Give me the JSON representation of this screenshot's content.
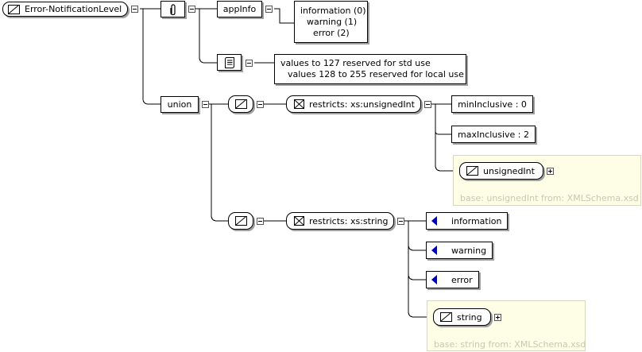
{
  "root": {
    "name": "Error-NotificationLevel"
  },
  "appinfo": {
    "label": "appInfo",
    "lines": [
      "information (0)",
      "warning (1)",
      "error (2)"
    ]
  },
  "documentation": {
    "lines": [
      "values to 127 reserved for std use",
      "values 128 to 255 reserved for local use"
    ]
  },
  "union": {
    "label": "union"
  },
  "restriction_int": {
    "label": "restricts: xs:unsignedInt",
    "facets": [
      "minInclusive : 0",
      "maxInclusive : 2"
    ],
    "base_type": "unsignedInt",
    "base_note": "base: unsignedInt from: XMLSchema.xsd"
  },
  "restriction_string": {
    "label": "restricts: xs:string",
    "enumerations": [
      "information",
      "warning",
      "error"
    ],
    "base_type": "string",
    "base_note": "base: string from: XMLSchema.xsd"
  },
  "colors": {
    "enum_marker": "#0000c0",
    "base_panel": "#fefee6",
    "base_text": "#c8c8b0"
  }
}
